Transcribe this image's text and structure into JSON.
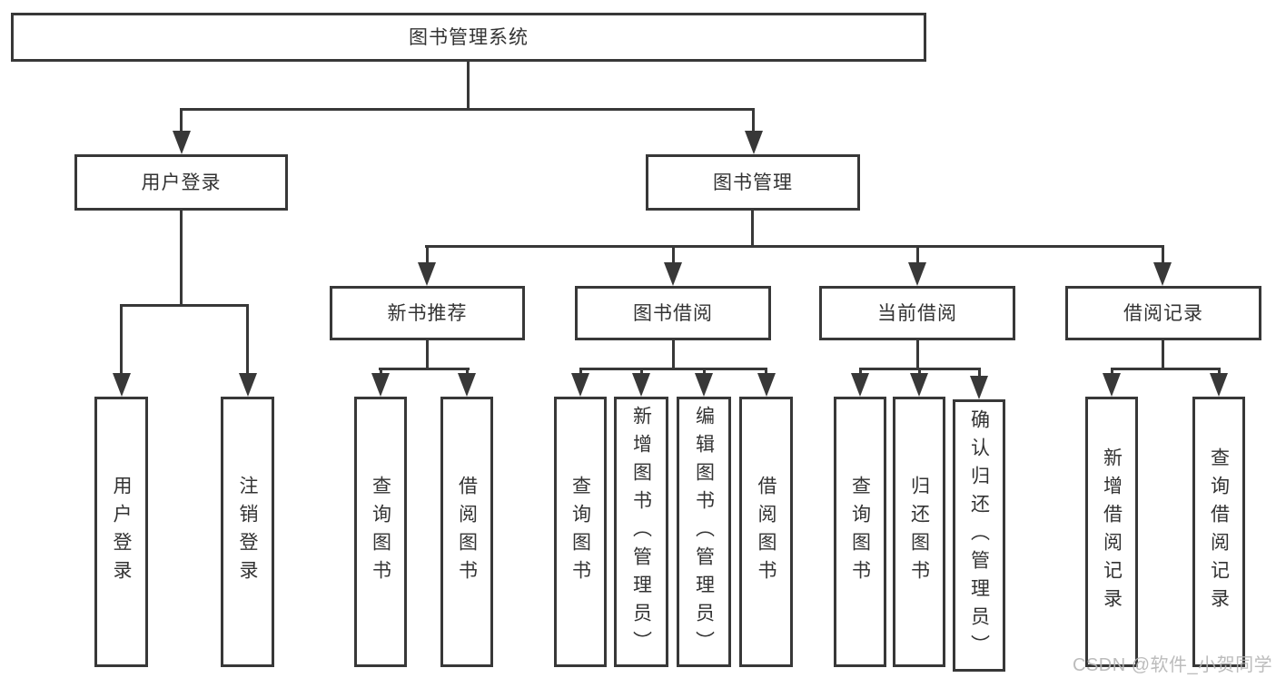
{
  "diagram_type": "hierarchy-flowchart",
  "colors": {
    "line": "#383838",
    "text": "#333333",
    "watermark": "#b5b5b5",
    "background": "#ffffff"
  },
  "watermark": "CSDN @软件_小贺同学",
  "tree": {
    "label": "图书管理系统",
    "children": [
      {
        "label": "用户登录",
        "children": [
          {
            "label": "用户登录"
          },
          {
            "label": "注销登录"
          }
        ]
      },
      {
        "label": "图书管理",
        "children": [
          {
            "label": "新书推荐",
            "children": [
              {
                "label": "查询图书"
              },
              {
                "label": "借阅图书"
              }
            ]
          },
          {
            "label": "图书借阅",
            "children": [
              {
                "label": "查询图书"
              },
              {
                "label": "新增图书（管理员）"
              },
              {
                "label": "编辑图书（管理员）"
              },
              {
                "label": "借阅图书"
              }
            ]
          },
          {
            "label": "当前借阅",
            "children": [
              {
                "label": "查询图书"
              },
              {
                "label": "归还图书"
              },
              {
                "label": "确认归还（管理员）"
              }
            ]
          },
          {
            "label": "借阅记录",
            "children": [
              {
                "label": "新增借阅记录"
              },
              {
                "label": "查询借阅记录"
              }
            ]
          }
        ]
      }
    ]
  }
}
